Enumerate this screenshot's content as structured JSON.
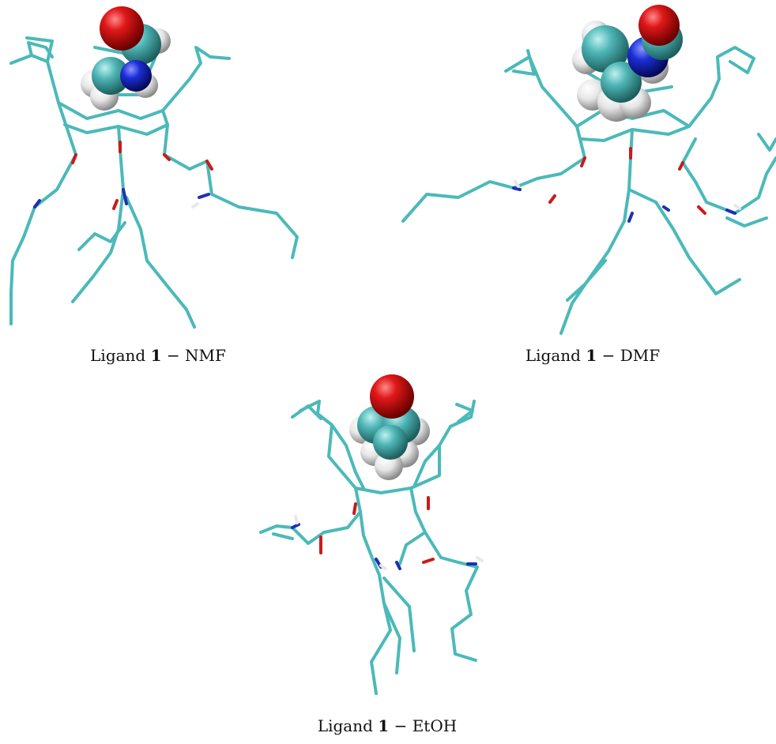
{
  "figure": {
    "panels": [
      {
        "id": "nmf",
        "caption_prefix": "Ligand",
        "caption_number": "1",
        "caption_separator": "−",
        "caption_solvent": "NMF"
      },
      {
        "id": "dmf",
        "caption_prefix": "Ligand",
        "caption_number": "1",
        "caption_separator": "−",
        "caption_solvent": "DMF"
      },
      {
        "id": "etoh",
        "caption_prefix": "Ligand",
        "caption_number": "1",
        "caption_separator": "−",
        "caption_solvent": "EtOH"
      }
    ],
    "colors": {
      "carbon": "#4bb9b9",
      "oxygen": "#cc1a1a",
      "nitrogen": "#1f2fb0",
      "hydrogen": "#e8e8e8"
    }
  }
}
